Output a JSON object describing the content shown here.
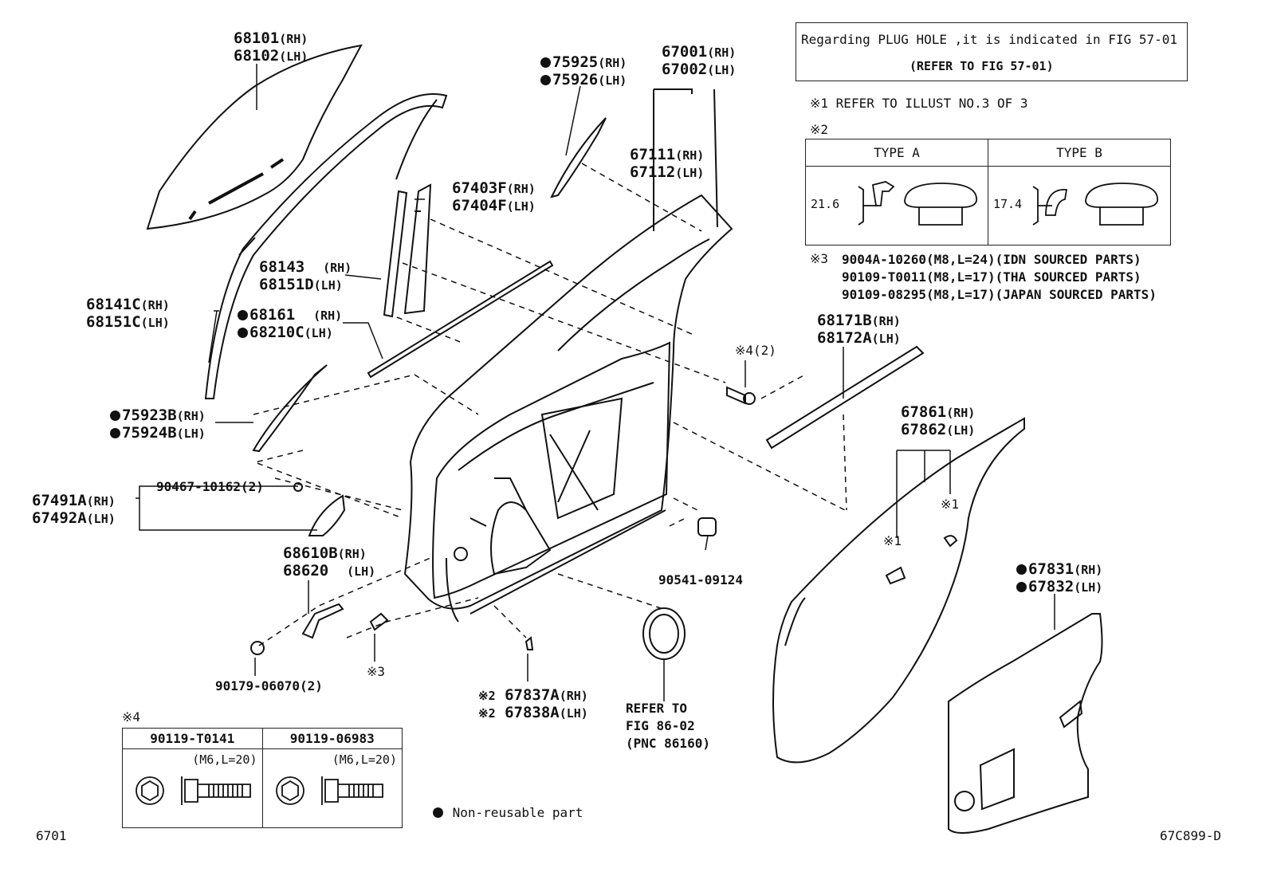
{
  "note_box": {
    "line1": "Regarding PLUG HOLE ,it is indicated in FIG 57-01",
    "line2": "(REFER TO FIG 57-01)"
  },
  "notes": {
    "note1": "※1 REFER TO ILLUST NO.3 OF 3",
    "note2_mark": "※2",
    "note3_mark": "※3",
    "note3_lines": [
      "9004A-10260(M8,L=24)(IDN SOURCED PARTS)",
      "90109-T0011(M8,L=17)(THA SOURCED PARTS)",
      "90109-08295(M8,L=17)(JAPAN SOURCED PARTS)"
    ],
    "note4_mark": "※4",
    "non_reusable": "Non-reusable part"
  },
  "type_table": {
    "type_a": "TYPE A",
    "type_b": "TYPE B",
    "dim_a": "21.6",
    "dim_b": "17.4"
  },
  "bolt_table": {
    "col1_pn": "90119-T0141",
    "col2_pn": "90119-06983",
    "col1_spec": "(M6,L=20)",
    "col2_spec": "(M6,L=20)"
  },
  "parts": {
    "p68101": "68101",
    "p68102": "68102",
    "p75925": "75925",
    "p75926": "75926",
    "p67001": "67001",
    "p67002": "67002",
    "p67111": "67111",
    "p67112": "67112",
    "p67403F": "67403F",
    "p67404F": "67404F",
    "p68143": "68143",
    "p68151D": "68151D",
    "p68141C": "68141C",
    "p68151C": "68151C",
    "p68161": "68161",
    "p68210C": "68210C",
    "p75923B": "75923B",
    "p75924B": "75924B",
    "p90467": "90467-10162(2)",
    "p67491A": "67491A",
    "p67492A": "67492A",
    "p68610B": "68610B",
    "p68620": "68620",
    "p90179": "90179-06070(2)",
    "p67837A": "67837A",
    "p67838A": "67838A",
    "p90541": "90541-09124",
    "p68171B": "68171B",
    "p68172A": "68172A",
    "p67861": "67861",
    "p67862": "67862",
    "p67831": "67831",
    "p67832": "67832",
    "x4_2": "※4(2)",
    "x1a": "※1",
    "x1b": "※1",
    "x2a": "※2",
    "x2b": "※2",
    "x3": "※3",
    "refer1": "REFER TO",
    "refer2": "FIG 86-02",
    "refer3": "(PNC 86160)"
  },
  "suffix": {
    "rh": "(RH)",
    "lh": "(LH)"
  },
  "footer": {
    "left": "6701",
    "right": "67C899-D"
  }
}
